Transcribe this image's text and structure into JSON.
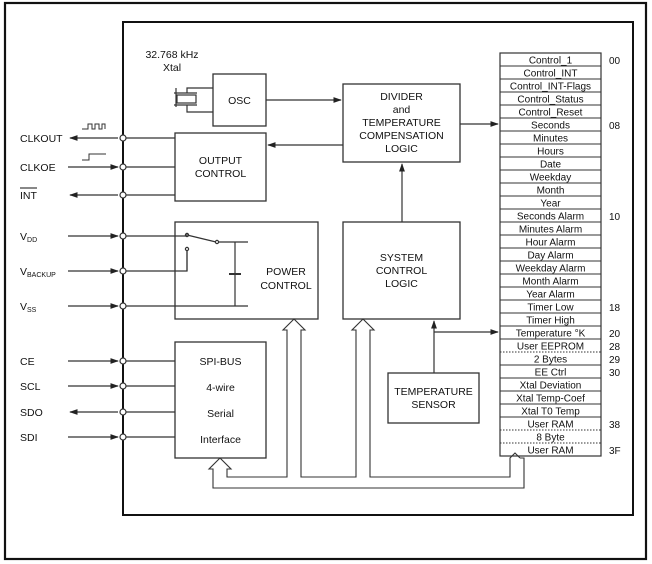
{
  "xtal_label": [
    "32.768 kHz",
    "Xtal"
  ],
  "blocks": {
    "osc": [
      "OSC"
    ],
    "output_control": [
      "OUTPUT",
      "CONTROL"
    ],
    "divider": [
      "DIVIDER",
      "and",
      "TEMPERATURE",
      "COMPENSATION",
      "LOGIC"
    ],
    "power_control": [
      "POWER",
      "CONTROL"
    ],
    "system_control": [
      "SYSTEM",
      "CONTROL",
      "LOGIC"
    ],
    "spi": [
      "SPI-BUS",
      "4-wire",
      "Serial",
      "Interface"
    ],
    "temp_sensor": [
      "TEMPERATURE",
      "SENSOR"
    ]
  },
  "pins": [
    {
      "name": "CLKOUT",
      "direction": "out",
      "overline": false,
      "waveform": "clock"
    },
    {
      "name": "CLKOE",
      "direction": "in",
      "overline": false,
      "waveform": "step"
    },
    {
      "name": "INT",
      "direction": "out",
      "overline": true
    },
    {
      "name": "V",
      "sub": "DD",
      "direction": "in"
    },
    {
      "name": "V",
      "sub": "BACKUP",
      "direction": "in"
    },
    {
      "name": "V",
      "sub": "SS",
      "direction": "in"
    },
    {
      "name": "CE",
      "direction": "in"
    },
    {
      "name": "SCL",
      "direction": "in"
    },
    {
      "name": "SDO",
      "direction": "out"
    },
    {
      "name": "SDI",
      "direction": "in"
    }
  ],
  "registers": [
    {
      "label": "Control_1",
      "addr": "00"
    },
    {
      "label": "Control_INT",
      "addr": ""
    },
    {
      "label": "Control_INT-Flags",
      "addr": ""
    },
    {
      "label": "Control_Status",
      "addr": ""
    },
    {
      "label": "Control_Reset",
      "addr": ""
    },
    {
      "label": "Seconds",
      "addr": "08"
    },
    {
      "label": "Minutes",
      "addr": ""
    },
    {
      "label": "Hours",
      "addr": ""
    },
    {
      "label": "Date",
      "addr": ""
    },
    {
      "label": "Weekday",
      "addr": ""
    },
    {
      "label": "Month",
      "addr": ""
    },
    {
      "label": "Year",
      "addr": ""
    },
    {
      "label": "Seconds Alarm",
      "addr": "10"
    },
    {
      "label": "Minutes Alarm",
      "addr": ""
    },
    {
      "label": "Hour Alarm",
      "addr": ""
    },
    {
      "label": "Day Alarm",
      "addr": ""
    },
    {
      "label": "Weekday Alarm",
      "addr": ""
    },
    {
      "label": "Month Alarm",
      "addr": ""
    },
    {
      "label": "Year Alarm",
      "addr": ""
    },
    {
      "label": "Timer Low",
      "addr": "18"
    },
    {
      "label": "Timer High",
      "addr": ""
    },
    {
      "label": "Temperature °K",
      "addr": "20"
    },
    {
      "label": "User EEPROM",
      "addr": "28",
      "dashed_below": true
    },
    {
      "label": "2 Bytes",
      "addr": "29"
    },
    {
      "label": "EE Ctrl",
      "addr": "30"
    },
    {
      "label": "Xtal Deviation",
      "addr": ""
    },
    {
      "label": "Xtal Temp-Coef",
      "addr": ""
    },
    {
      "label": "Xtal T0 Temp",
      "addr": ""
    },
    {
      "label": "User RAM",
      "addr": "38",
      "dashed_below": true
    },
    {
      "label": "8 Byte",
      "addr": "",
      "dashed_below": true
    },
    {
      "label": "User RAM",
      "addr": "3F"
    }
  ]
}
